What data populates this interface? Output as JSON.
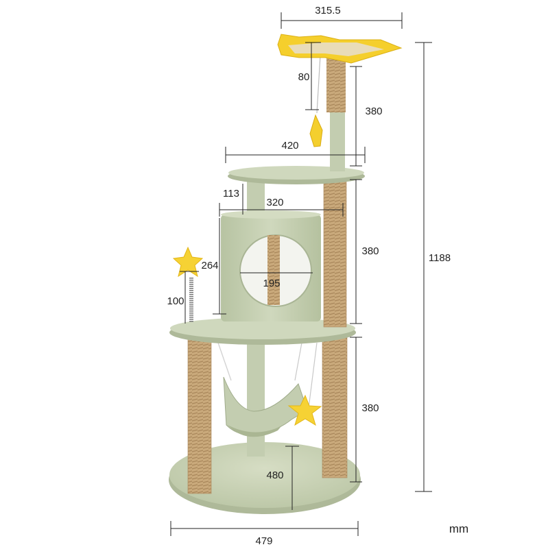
{
  "product": {
    "name": "cat-tree",
    "colors": {
      "plush": "#c9d3b7",
      "plush_shadow": "#a9b595",
      "plush_light": "#dce3cd",
      "sisal": "#c9a97b",
      "sisal_dark": "#a8865a",
      "accent_yellow": "#f4cf2e",
      "accent_orange": "#e9b81a",
      "line": "#222222"
    }
  },
  "dimensions": {
    "top_perch_width": "315.5",
    "toy_drop": "80",
    "top_height": "380",
    "upper_platform_width": "420",
    "gap_upper": "113",
    "condo_width": "320",
    "middle_height": "380",
    "condo_height": "264",
    "entrance_diameter": "195",
    "spring_toy_height": "100",
    "total_height": "1188",
    "lower_height": "380",
    "base_gap": "480",
    "base_width": "479"
  },
  "unit_label": "mm"
}
